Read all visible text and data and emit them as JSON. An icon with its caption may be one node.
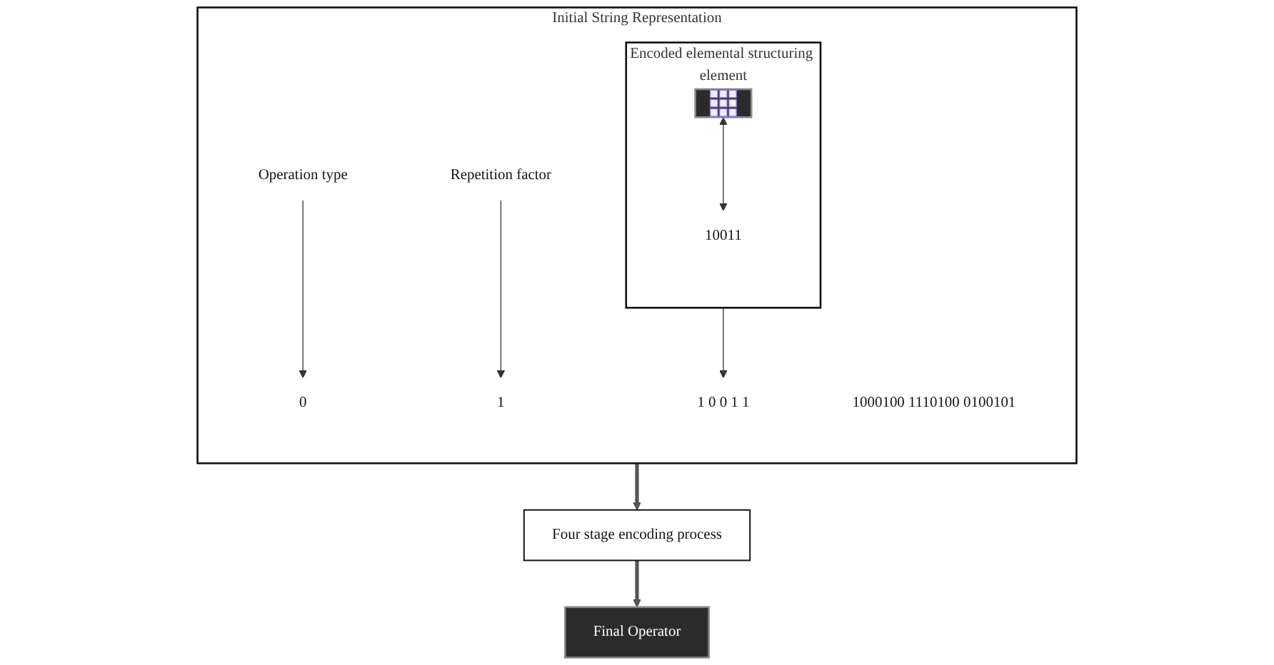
{
  "diagram": {
    "nodes": [
      {
        "text": [
          "Initial String Representation"
        ]
      },
      {
        "text": [
          "1 0 0 1 1"
        ],
        "in": 0
      },
      {
        "text": [
          "0"
        ],
        "in": 0
      },
      {
        "text": [
          "1"
        ],
        "in": 0
      },
      {
        "text": [
          "1000100 1110100 0100101"
        ],
        "in": 0
      },
      {
        "text": [
          "Encoded elemental structuring element"
        ],
        "in": 0
      },
      {
        "text": [],
        "shape": "picture",
        "in": 5
      },
      {
        "text": [
          "10011"
        ],
        "in": 5
      },
      {
        "text": [
          "Operation type"
        ],
        "in": 0
      },
      {
        "text": [
          "Repetition factor"
        ],
        "in": 0
      },
      {
        "text": [
          "Four stage encoding process"
        ]
      },
      {
        "text": [
          "Final Operator"
        ]
      }
    ],
    "edges": [
      {
        "from": 5,
        "to": 1,
        "arrow": "to"
      },
      {
        "from": 8,
        "to": 2,
        "arrow": "to"
      },
      {
        "from": 9,
        "to": 3,
        "arrow": "to"
      },
      {
        "from": 6,
        "to": 7,
        "arrow": "both"
      },
      {
        "from": 0,
        "to": 10,
        "arrow": "to",
        "style": "thick",
        "color": "#555555"
      },
      {
        "from": 10,
        "to": 11,
        "arrow": "to",
        "style": "thick",
        "color": "#555555"
      }
    ]
  }
}
